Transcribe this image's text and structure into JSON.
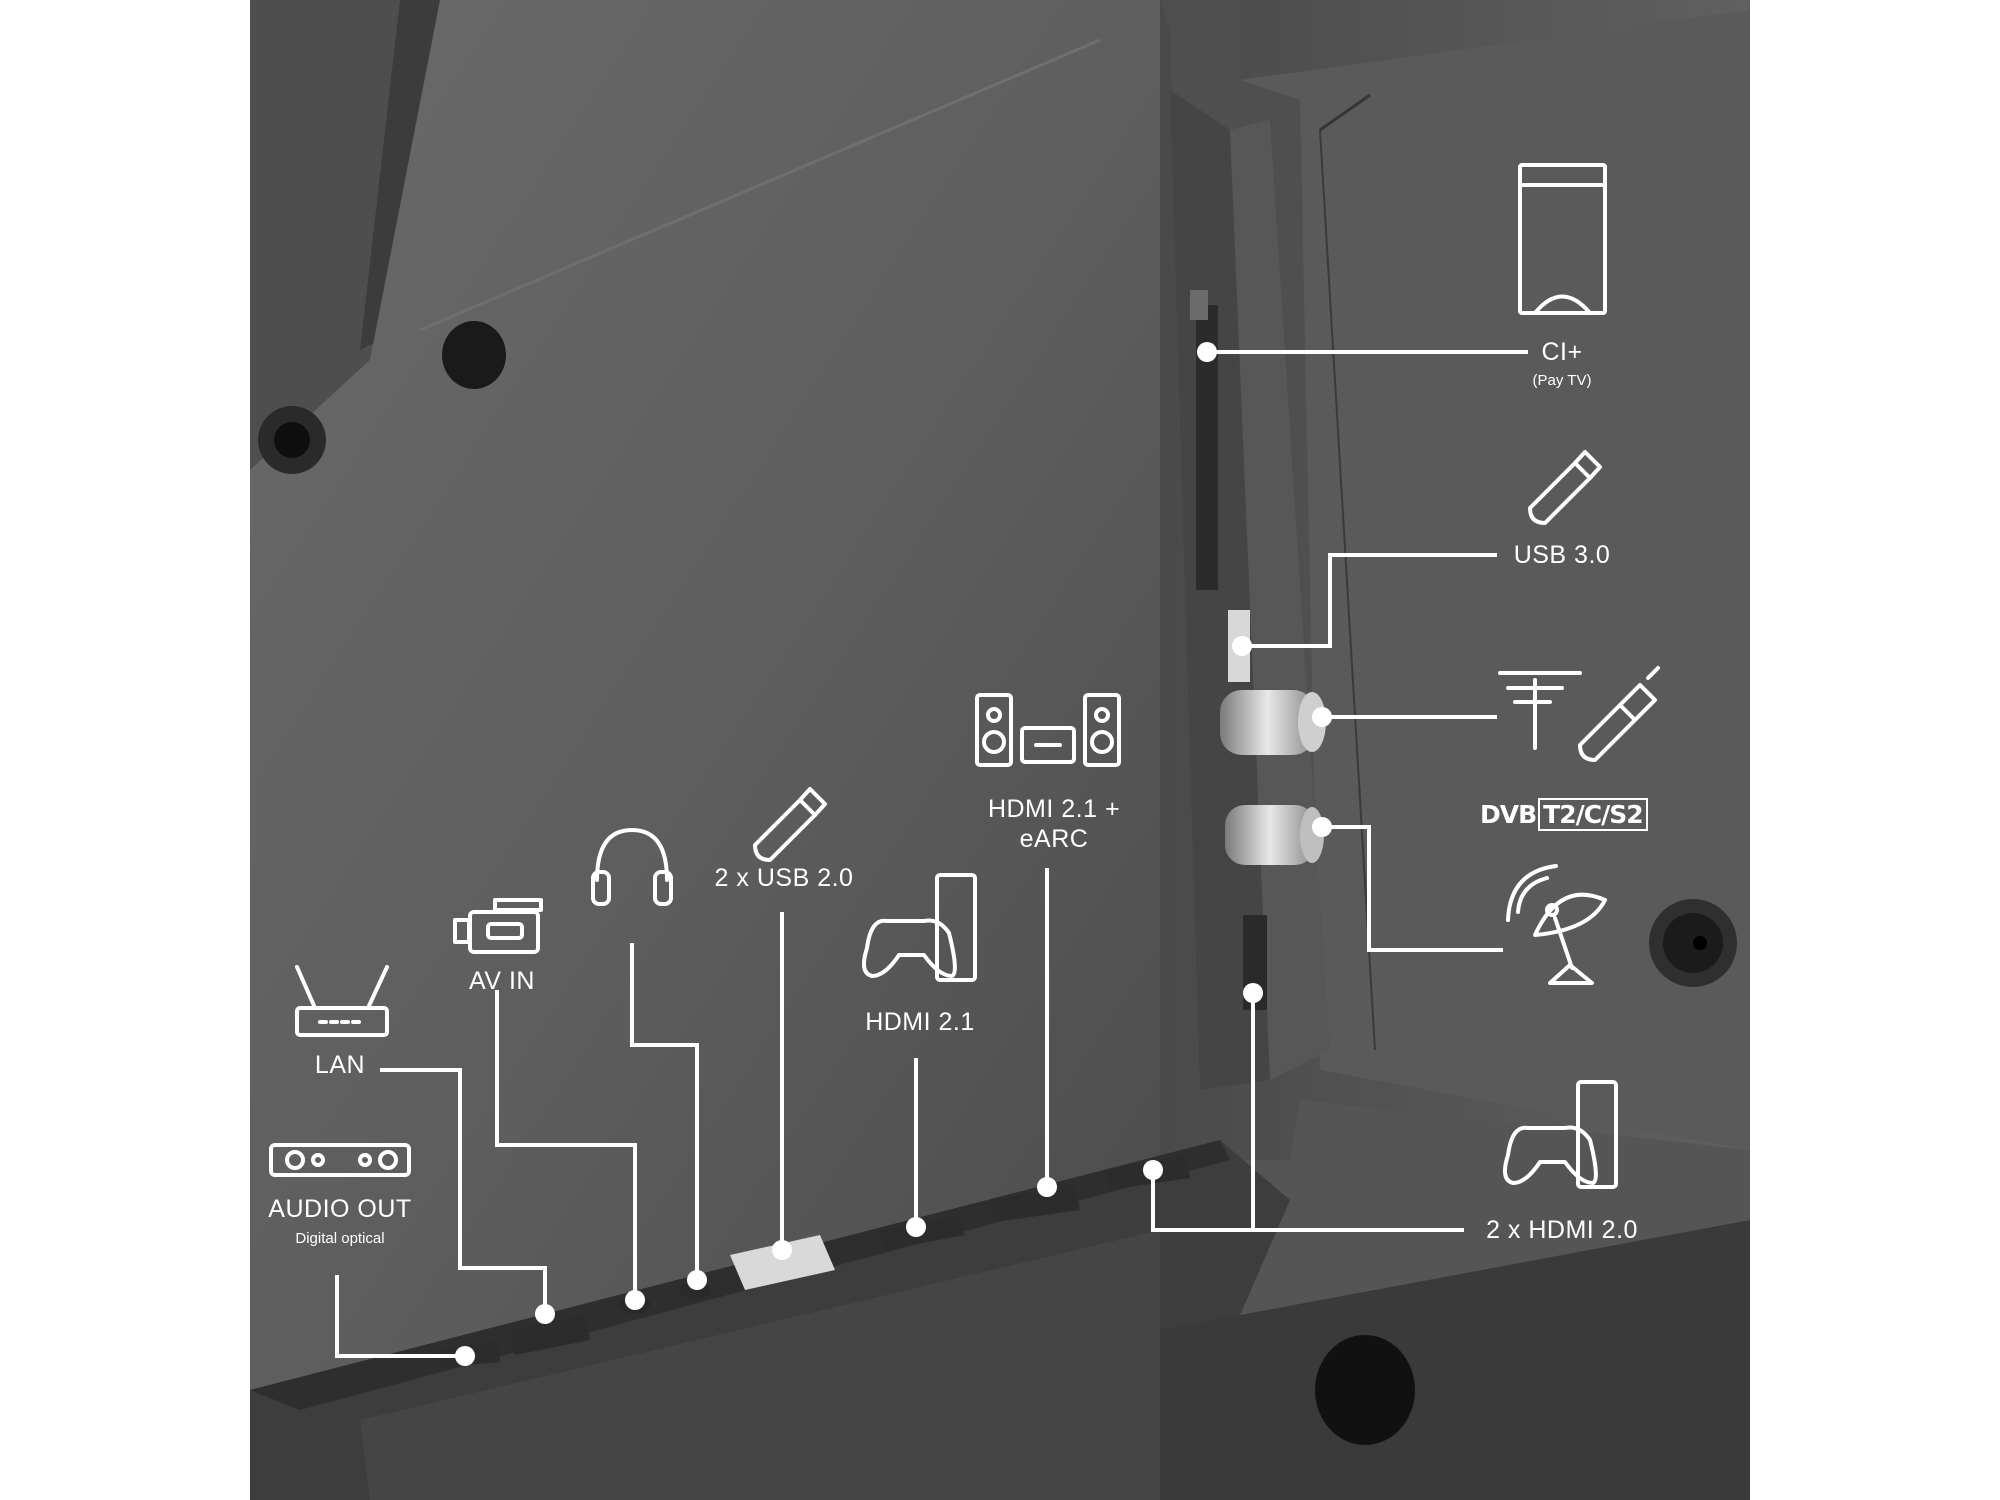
{
  "labels": {
    "ci": "CI+",
    "ci_sub": "(Pay TV)",
    "usb3": "USB 3.0",
    "dvb_left": "DVB",
    "dvb_right": "T2/C/S2",
    "hdmi_earc_1": "HDMI 2.1 +",
    "hdmi_earc_2": "eARC",
    "usb2": "2 x USB 2.0",
    "hdmi21": "HDMI 2.1",
    "av_in": "AV IN",
    "lan": "LAN",
    "audio_out": "AUDIO OUT",
    "audio_out_sub": "Digital optical",
    "hdmi20": "2 x HDMI 2.0"
  },
  "colors": {
    "panel": "#626262",
    "panel_dark": "#3f3f3f",
    "line": "#ffffff",
    "background": "#ffffff"
  },
  "icons": [
    "ci-module-icon",
    "usb-stick-icon",
    "antenna-icon",
    "coax-cable-icon",
    "satellite-dish-icon",
    "game-console-icon",
    "speaker-system-icon",
    "headphones-icon",
    "camcorder-icon",
    "router-icon",
    "soundbar-icon"
  ]
}
